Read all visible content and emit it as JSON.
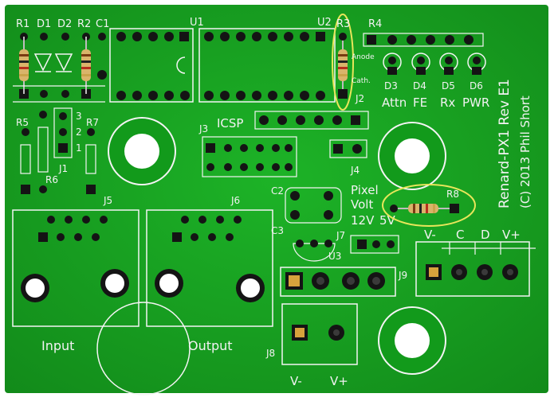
{
  "colors": {
    "board": "#17a020",
    "board_dark": "#0f7a18",
    "silk": "#f4f4f4",
    "pad": "#141414",
    "highlight": "#e8e65a",
    "resistor_body": "#d9b46a"
  },
  "silkscreen": {
    "r1": "R1",
    "d1": "D1",
    "d2": "D2",
    "r2": "R2",
    "c1": "C1",
    "u1": "U1",
    "u2": "U2",
    "r3": "R3",
    "r4": "R4",
    "anode": "Anode",
    "cath": "Cath.",
    "d3": "D3",
    "d4": "D4",
    "d5": "D5",
    "d6": "D6",
    "attn": "Attn",
    "fe": "FE",
    "rx": "Rx",
    "pwr": "PWR",
    "j2": "J2",
    "r5": "R5",
    "r7": "R7",
    "r6": "R6",
    "j1": "J1",
    "n3": "3",
    "n2": "2",
    "n1": "1",
    "icsp": "ICSP",
    "j3": "J3",
    "j4": "J4",
    "c2": "C2",
    "c3": "C3",
    "j5": "J5",
    "j6": "J6",
    "j7": "J7",
    "pixel": "Pixel",
    "volt": "Volt",
    "v12": "12V",
    "v5": "5V",
    "r8": "R8",
    "u3": "U3",
    "j9": "J9",
    "j8": "J8",
    "vminus": "V-",
    "c": "C",
    "d": "D",
    "vplus": "V+",
    "vminus2": "V-",
    "vplus2": "V+",
    "input": "Input",
    "output": "Output",
    "rev": "Renard-PX1 Rev E1",
    "copyright": "(C) 2013 Phil Short"
  }
}
